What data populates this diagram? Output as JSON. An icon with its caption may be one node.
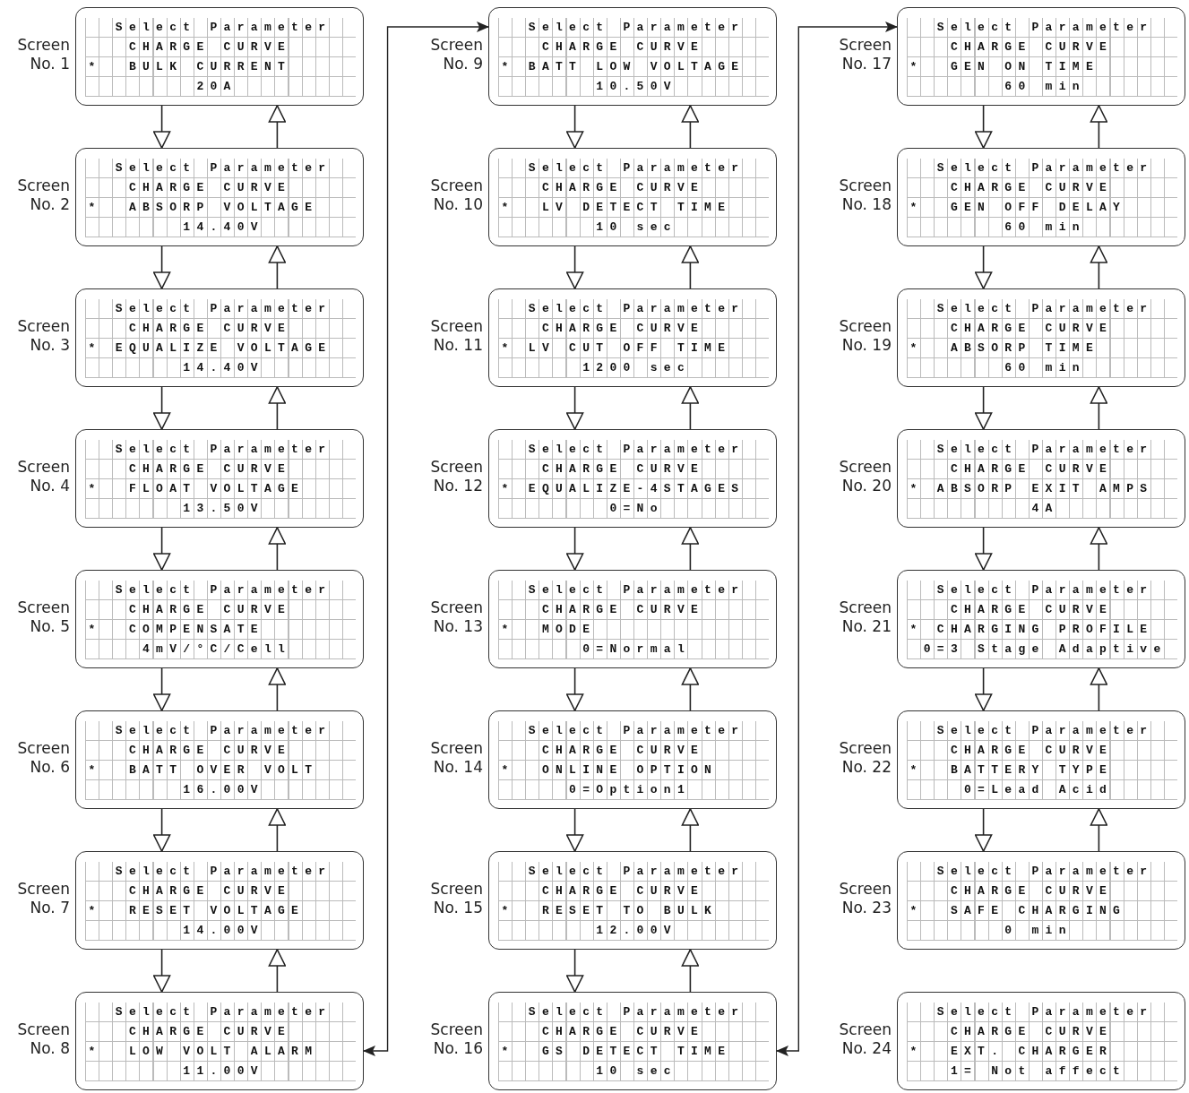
{
  "diagram": {
    "nodes": [
      {
        "text": [
          "Select Parameter",
          "CHARGE CURVE",
          "*",
          "BULK CURRENT",
          "20A"
        ],
        "beside": [
          "Screen No. 1"
        ]
      },
      {
        "text": [
          "Select Parameter",
          "CHARGE CURVE",
          "*",
          "ABSORP VOLTAGE",
          "14.40V"
        ],
        "beside": [
          "Screen No. 2"
        ]
      },
      {
        "text": [
          "Select Parameter",
          "CHARGE CURVE",
          "*",
          "EQUALIZE VOLTAGE",
          "14.40V"
        ],
        "beside": [
          "Screen No. 3"
        ]
      },
      {
        "text": [
          "Select Parameter",
          "CHARGE CURVE",
          "*",
          "FLOAT VOLTAGE",
          "13.50V"
        ],
        "beside": [
          "Screen No. 4"
        ]
      },
      {
        "text": [
          "Select Parameter",
          "CHARGE CURVE",
          "*",
          "COMPENSATE",
          "4mV/°C/Cell"
        ],
        "beside": [
          "Screen No. 5"
        ]
      },
      {
        "text": [
          "Select Parameter",
          "CHARGE CURVE",
          "*",
          "BATT OVER VOLT",
          "16.00V"
        ],
        "beside": [
          "Screen No. 6"
        ]
      },
      {
        "text": [
          "Select Parameter",
          "CHARGE CURVE",
          "*",
          "RESET VOLTAGE",
          "14.00V"
        ],
        "beside": [
          "Screen No. 7"
        ]
      },
      {
        "text": [
          "Select Parameter",
          "CHARGE CURVE",
          "*",
          "LOW VOLT ALARM",
          "11.00V"
        ],
        "beside": [
          "Screen No. 8"
        ]
      },
      {
        "text": [
          "Select Parameter",
          "CHARGE CURVE",
          "*",
          "BATT LOW VOLTAGE",
          "10.50V"
        ],
        "beside": [
          "Screen No. 9"
        ]
      },
      {
        "text": [
          "Select Parameter",
          "CHARGE CURVE",
          "*",
          "LV DETECT TIME",
          "10 sec"
        ],
        "beside": [
          "Screen No. 10"
        ]
      },
      {
        "text": [
          "Select Parameter",
          "CHARGE CURVE",
          "*",
          "LV CUT OFF TIME",
          "1200 sec"
        ],
        "beside": [
          "Screen No. 11"
        ]
      },
      {
        "text": [
          "Select Parameter",
          "CHARGE CURVE",
          "*",
          "EQUALIZE-4STAGES",
          "0=No"
        ],
        "beside": [
          "Screen No. 12"
        ]
      },
      {
        "text": [
          "Select Parameter",
          "CHARGE CURVE",
          "*",
          "MODE",
          "0=Normal"
        ],
        "beside": [
          "Screen No. 13"
        ]
      },
      {
        "text": [
          "Select Parameter",
          "CHARGE CURVE",
          "*",
          "ONLINE OPTION",
          "0=Option1"
        ],
        "beside": [
          "Screen No. 14"
        ]
      },
      {
        "text": [
          "Select Parameter",
          "CHARGE CURVE",
          "*",
          "RESET TO BULK",
          "12.00V"
        ],
        "beside": [
          "Screen No. 15"
        ]
      },
      {
        "text": [
          "Select Parameter",
          "CHARGE CURVE",
          "*",
          "GS DETECT TIME",
          "10 sec"
        ],
        "beside": [
          "Screen No. 16"
        ]
      },
      {
        "text": [
          "Select Parameter",
          "CHARGE CURVE",
          "*",
          "GEN ON TIME",
          "60 min"
        ],
        "beside": [
          "Screen No. 17"
        ]
      },
      {
        "text": [
          "Select Parameter",
          "CHARGE CURVE",
          "*",
          "GEN OFF DELAY",
          "60 min"
        ],
        "beside": [
          "Screen No. 18"
        ]
      },
      {
        "text": [
          "Select Parameter",
          "CHARGE CURVE",
          "*",
          "ABSORP TIME",
          "60 min"
        ],
        "beside": [
          "Screen No. 19"
        ]
      },
      {
        "text": [
          "Select Parameter",
          "CHARGE CURVE",
          "*",
          "ABSORP EXIT AMPS",
          "4A"
        ],
        "beside": [
          "Screen No. 20"
        ]
      },
      {
        "text": [
          "Select Parameter",
          "CHARGE CURVE",
          "*",
          "CHARGING PROFILE",
          "0=3 Stage Adaptive"
        ],
        "beside": [
          "Screen No. 21"
        ]
      },
      {
        "text": [
          "Select Parameter",
          "CHARGE CURVE",
          "*",
          "BATTERY TYPE",
          "0=Lead Acid"
        ],
        "beside": [
          "Screen No. 22"
        ]
      },
      {
        "text": [
          "Select Parameter",
          "CHARGE CURVE",
          "*",
          "SAFE CHARGING",
          "0 min"
        ],
        "beside": [
          "Screen No. 23"
        ]
      },
      {
        "text": [
          "Select Parameter",
          "CHARGE CURVE",
          "*",
          "EXT. CHARGER",
          "1= Not affect"
        ],
        "beside": [
          "Screen No. 24"
        ]
      }
    ],
    "edges": [
      {
        "from": 0,
        "to": 1,
        "arrow": "to"
      },
      {
        "from": 1,
        "to": 0,
        "arrow": "to"
      },
      {
        "from": 1,
        "to": 2,
        "arrow": "to"
      },
      {
        "from": 2,
        "to": 1,
        "arrow": "to"
      },
      {
        "from": 2,
        "to": 3,
        "arrow": "to"
      },
      {
        "from": 3,
        "to": 2,
        "arrow": "to"
      },
      {
        "from": 3,
        "to": 4,
        "arrow": "to"
      },
      {
        "from": 4,
        "to": 3,
        "arrow": "to"
      },
      {
        "from": 4,
        "to": 5,
        "arrow": "to"
      },
      {
        "from": 5,
        "to": 4,
        "arrow": "to"
      },
      {
        "from": 5,
        "to": 6,
        "arrow": "to"
      },
      {
        "from": 6,
        "to": 5,
        "arrow": "to"
      },
      {
        "from": 6,
        "to": 7,
        "arrow": "to"
      },
      {
        "from": 7,
        "to": 6,
        "arrow": "to"
      },
      {
        "from": 7,
        "to": 8,
        "arrow": "both"
      },
      {
        "from": 8,
        "to": 9,
        "arrow": "to"
      },
      {
        "from": 9,
        "to": 8,
        "arrow": "to"
      },
      {
        "from": 9,
        "to": 10,
        "arrow": "to"
      },
      {
        "from": 10,
        "to": 9,
        "arrow": "to"
      },
      {
        "from": 10,
        "to": 11,
        "arrow": "to"
      },
      {
        "from": 11,
        "to": 10,
        "arrow": "to"
      },
      {
        "from": 11,
        "to": 12,
        "arrow": "to"
      },
      {
        "from": 12,
        "to": 11,
        "arrow": "to"
      },
      {
        "from": 12,
        "to": 13,
        "arrow": "to"
      },
      {
        "from": 13,
        "to": 12,
        "arrow": "to"
      },
      {
        "from": 13,
        "to": 14,
        "arrow": "to"
      },
      {
        "from": 14,
        "to": 13,
        "arrow": "to"
      },
      {
        "from": 14,
        "to": 15,
        "arrow": "to"
      },
      {
        "from": 15,
        "to": 14,
        "arrow": "to"
      },
      {
        "from": 15,
        "to": 16,
        "arrow": "both"
      },
      {
        "from": 16,
        "to": 17,
        "arrow": "to"
      },
      {
        "from": 17,
        "to": 16,
        "arrow": "to"
      },
      {
        "from": 17,
        "to": 18,
        "arrow": "to"
      },
      {
        "from": 18,
        "to": 17,
        "arrow": "to"
      },
      {
        "from": 18,
        "to": 19,
        "arrow": "to"
      },
      {
        "from": 19,
        "to": 18,
        "arrow": "to"
      },
      {
        "from": 19,
        "to": 20,
        "arrow": "to"
      },
      {
        "from": 20,
        "to": 19,
        "arrow": "to"
      },
      {
        "from": 20,
        "to": 21,
        "arrow": "to"
      },
      {
        "from": 21,
        "to": 20,
        "arrow": "to"
      },
      {
        "from": 21,
        "to": 22,
        "arrow": "to"
      },
      {
        "from": 22,
        "to": 21,
        "arrow": "to"
      }
    ]
  }
}
